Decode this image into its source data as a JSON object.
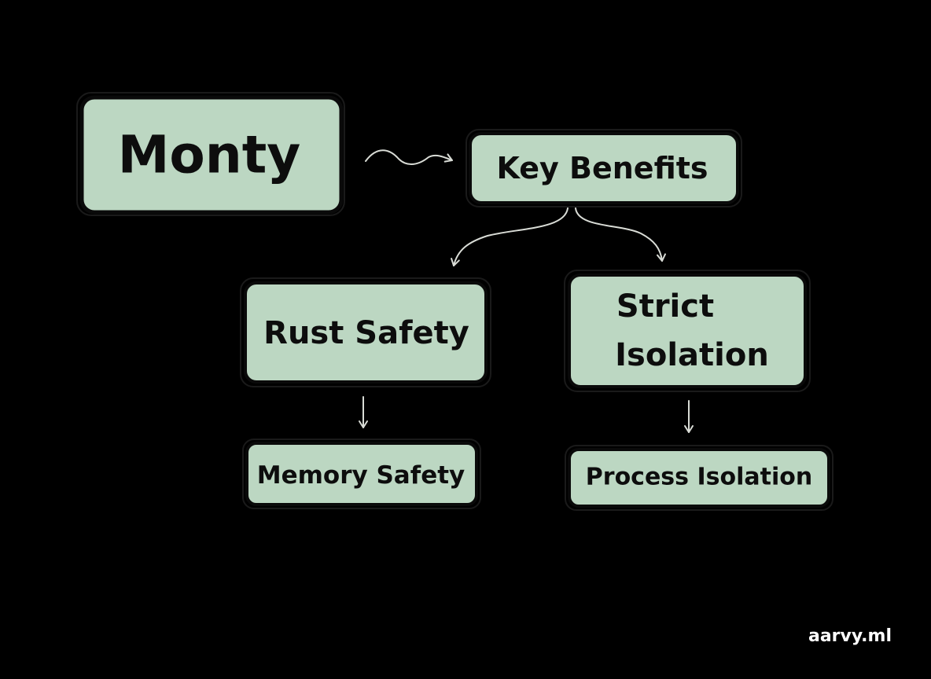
{
  "colors": {
    "background": "#000000",
    "node_fill": "#bcd7c2",
    "node_border": "#0a0a0a",
    "connector": "#d9dcd6",
    "text": "#0d0d0d",
    "watermark": "#ffffff"
  },
  "nodes": {
    "monty": "Monty",
    "key_benefits": "Key Benefits",
    "rust_safety": "Rust Safety",
    "strict_isolation_line1": "Strict",
    "strict_isolation_line2": "Isolation",
    "memory_safety": "Memory Safety",
    "process_isolation": "Process Isolation"
  },
  "edges": [
    {
      "from": "Monty",
      "to": "Key Benefits"
    },
    {
      "from": "Key Benefits",
      "to": "Rust Safety"
    },
    {
      "from": "Key Benefits",
      "to": "Strict Isolation"
    },
    {
      "from": "Rust Safety",
      "to": "Memory Safety"
    },
    {
      "from": "Strict Isolation",
      "to": "Process Isolation"
    }
  ],
  "watermark": "aarvy.ml"
}
